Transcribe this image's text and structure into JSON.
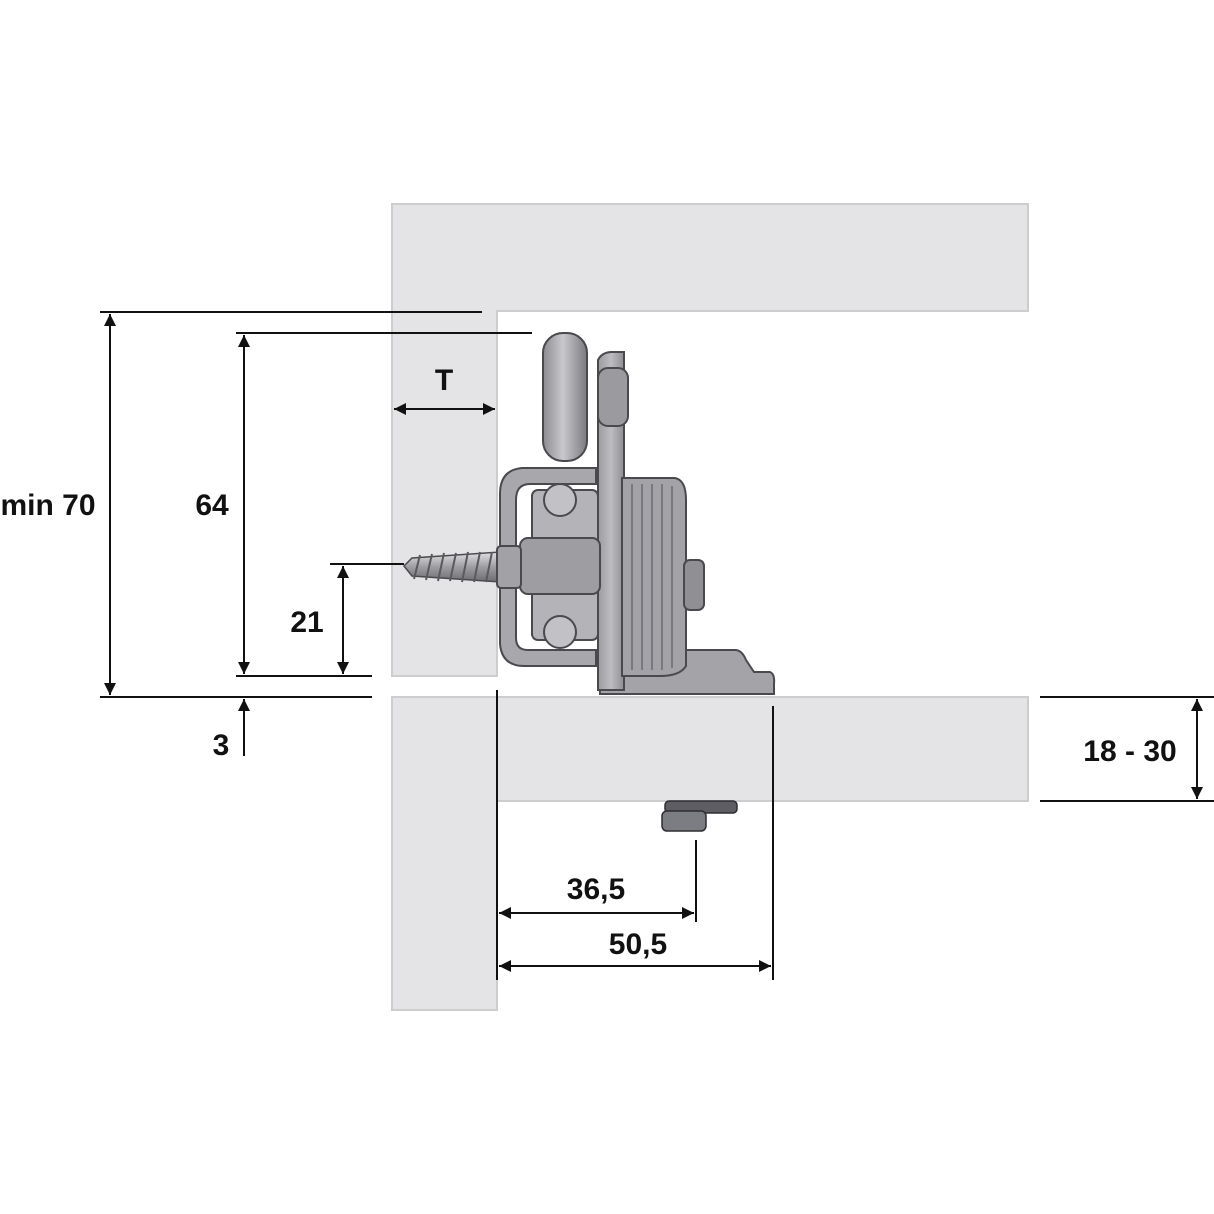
{
  "colors": {
    "board_fill": "#e4e4e6",
    "board_edge": "#c8c8cb",
    "metal": "#a9a9ad",
    "metal_dark": "#5a5a5e",
    "metal_light": "#d6d6d9",
    "dim_line": "#111111"
  },
  "dimensions": {
    "min_height": "min 70",
    "slide_height": "64",
    "screw_height": "21",
    "gap": "3",
    "thickness": "T",
    "bottom_thickness": "18 - 30",
    "rear_screw_offset": "36,5",
    "slide_depth": "50,5"
  }
}
